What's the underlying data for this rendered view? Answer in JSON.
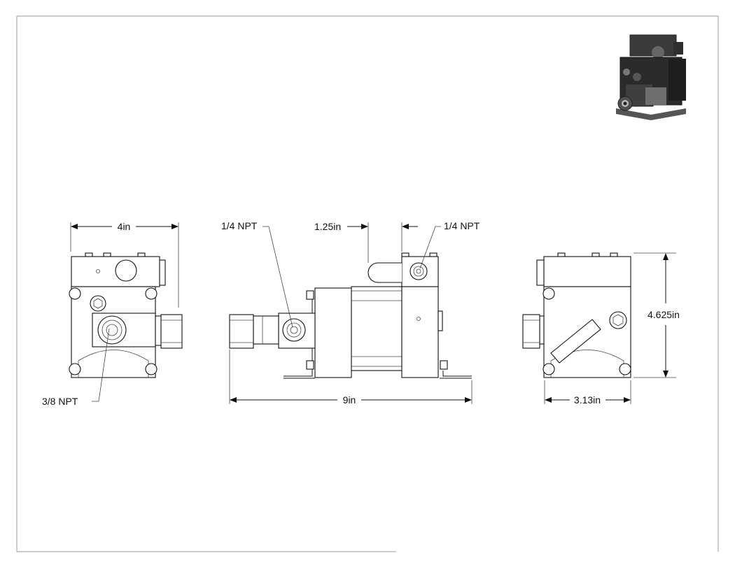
{
  "labels": {
    "front_width": "4in",
    "inlet_port_front": "3/8 NPT",
    "inlet_port_side": "1/4 NPT",
    "outlet_offset": "1.25in",
    "outlet_port": "1/4 NPT",
    "overall_length": "9in",
    "height": "4.625in",
    "depth": "3.13in"
  },
  "colors": {
    "line": "#111111",
    "frame": "#9a9a9a",
    "render_dark": "#2b2b2b"
  }
}
